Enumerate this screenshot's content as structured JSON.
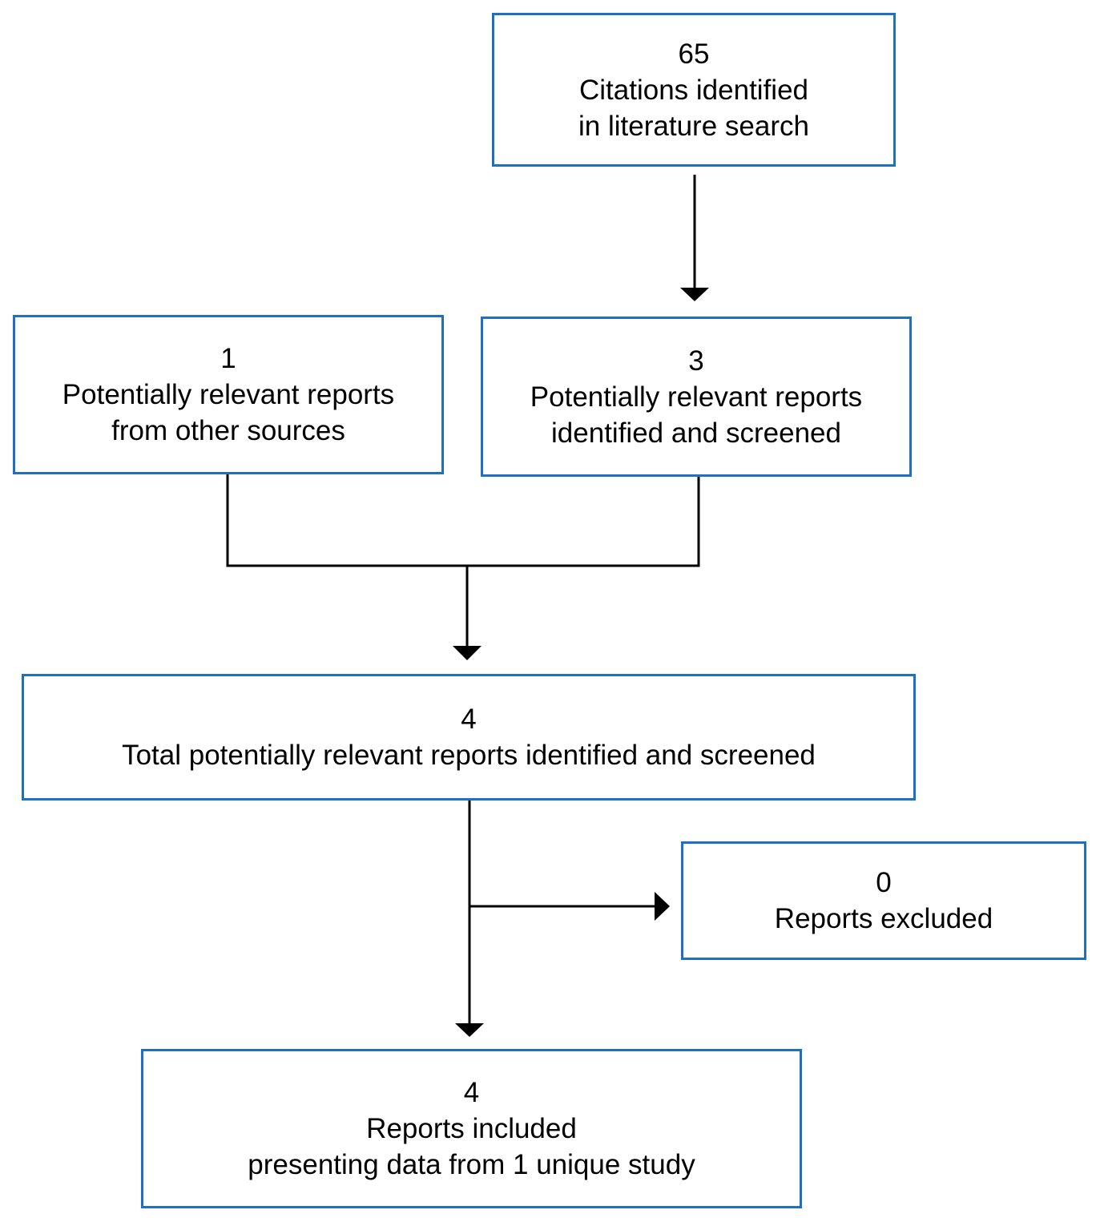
{
  "colors": {
    "box_border": "#1f6fc4",
    "connector": "#000000"
  },
  "boxes": {
    "citations": {
      "count": "65",
      "lines": [
        "Citations identified",
        "in literature search"
      ]
    },
    "other_sources": {
      "count": "1",
      "lines": [
        "Potentially relevant reports",
        "from other sources"
      ]
    },
    "screened": {
      "count": "3",
      "lines": [
        "Potentially relevant reports",
        "identified and screened"
      ]
    },
    "total": {
      "count": "4",
      "lines": [
        "Total potentially relevant reports identified and screened"
      ]
    },
    "excluded": {
      "count": "0",
      "lines": [
        "Reports excluded"
      ]
    },
    "included": {
      "count": "4",
      "lines": [
        "Reports included",
        "presenting data from 1 unique study"
      ]
    }
  }
}
